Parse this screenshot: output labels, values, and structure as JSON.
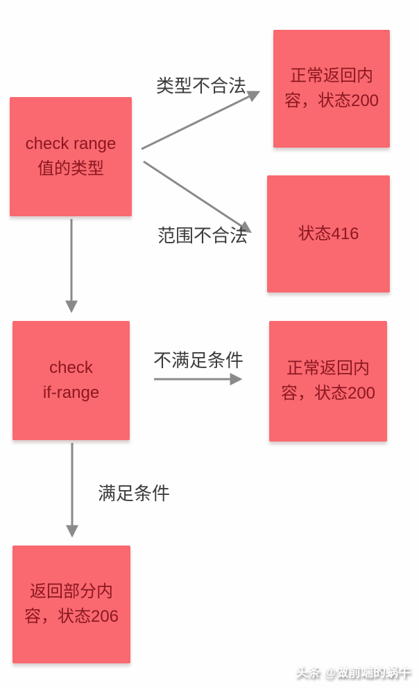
{
  "diagram": {
    "title": "range-request-flowchart",
    "colors": {
      "node_fill": "#f9696f",
      "node_text": "#8c1722",
      "arrow": "#8a8a8a",
      "label_text": "#3b3b3b",
      "background": "#fefefe"
    },
    "nodes": [
      {
        "id": "check-range-type",
        "lines": [
          "check range",
          "值的类型"
        ]
      },
      {
        "id": "return-200-top",
        "lines": [
          "正常返回内",
          "容，状态200"
        ]
      },
      {
        "id": "status-416",
        "lines": [
          "状态416"
        ]
      },
      {
        "id": "check-if-range",
        "lines": [
          "check",
          "if-range"
        ]
      },
      {
        "id": "return-200-mid",
        "lines": [
          "正常返回内",
          "容，状态200"
        ]
      },
      {
        "id": "return-206",
        "lines": [
          "返回部分内",
          "容，状态206"
        ]
      }
    ],
    "edge_labels": [
      {
        "id": "type-invalid",
        "text": "类型不合法"
      },
      {
        "id": "range-invalid",
        "text": "范围不合法"
      },
      {
        "id": "cond-not-met",
        "text": "不满足条件"
      },
      {
        "id": "cond-met",
        "text": "满足条件"
      }
    ],
    "watermark": {
      "text": "头条 @做前端的蜗牛"
    }
  }
}
